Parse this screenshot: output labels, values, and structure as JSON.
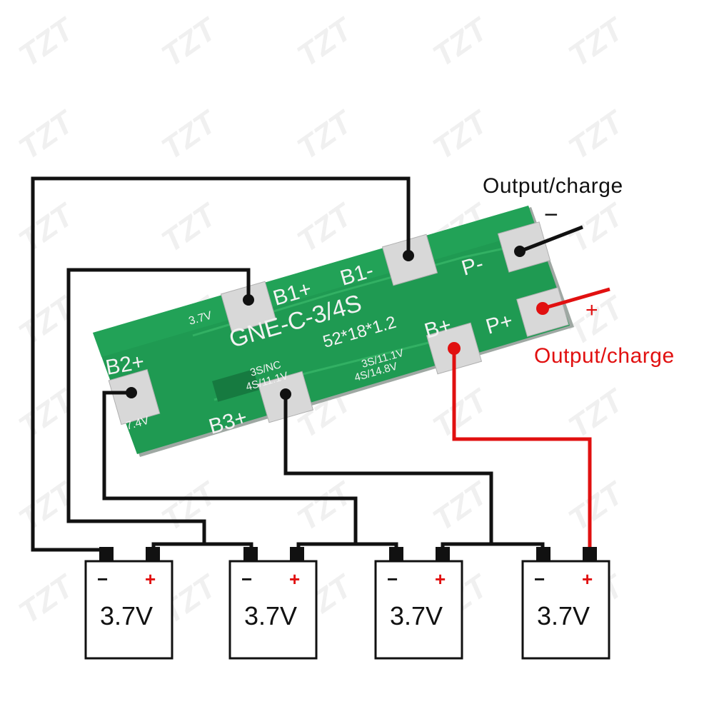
{
  "board": {
    "model": "GNE-C-3/4S",
    "size": "52*18*1.2",
    "pads": {
      "b1_plus": "B1+",
      "b1_minus": "B1-",
      "b2_plus": "B2+",
      "b3_plus": "B3+",
      "b_plus": "B+",
      "p_minus": "P-",
      "p_plus": "P+"
    },
    "notes": {
      "v37": "3.7V",
      "v74": "7.4V",
      "b3_line1": "3S/NC",
      "b3_line2": "4S/11.1V",
      "bp_line1": "3S/11.1V",
      "bp_line2": "4S/14.8V"
    },
    "color": "#1f9a52"
  },
  "output_negative": {
    "label": "Output/charge",
    "sign": "−"
  },
  "output_positive": {
    "label": "Output/charge",
    "sign": "+"
  },
  "cells": [
    {
      "voltage": "3.7V",
      "neg": "−",
      "pos": "+"
    },
    {
      "voltage": "3.7V",
      "neg": "−",
      "pos": "+"
    },
    {
      "voltage": "3.7V",
      "neg": "−",
      "pos": "+"
    },
    {
      "voltage": "3.7V",
      "neg": "−",
      "pos": "+"
    }
  ],
  "watermark": "TZT",
  "colors": {
    "wire": "#111111",
    "positive": "#e11010",
    "pad": "#d9d9d9"
  }
}
